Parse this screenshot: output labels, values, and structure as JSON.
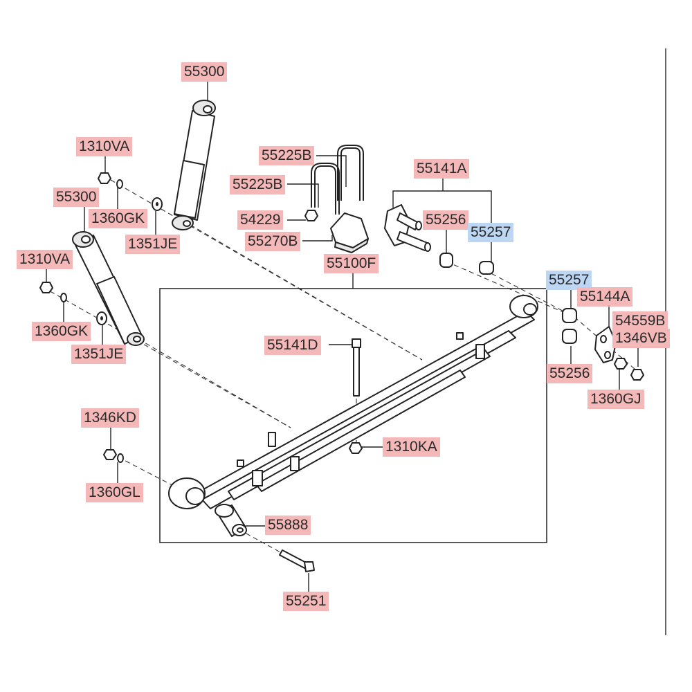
{
  "colors": {
    "label_red": "#f4b8b8",
    "label_blue": "#bcd6f4",
    "line": "#222222"
  },
  "parts": {
    "shock_absorber_upper": "55300",
    "shock_absorber_lower": "55300",
    "nut_upper": "1310VA",
    "nut_lower": "1310VA",
    "washer_spring_upper": "1360GK",
    "washer_spring_lower": "1360GK",
    "washer_plain_upper": "1351JE",
    "washer_plain_lower": "1351JE",
    "u_bolt_rear": "55225B",
    "u_bolt_front": "55225B",
    "ubolt_nut": "54229",
    "bumper_stopper": "55270B",
    "leaf_spring_assy": "55100F",
    "shackle_assy": "55141A",
    "bushing_top": "55256",
    "bushing_lower": "55256",
    "bushing_blue_1": "55257",
    "bushing_blue_2": "55257",
    "shackle_plate": "55144A",
    "part_54559": "54559B",
    "nut_1346vb": "1346VB",
    "washer_1360gj": "1360GJ",
    "center_bolt": "55141D",
    "center_nut": "1310KA",
    "nut_1346kd": "1346KD",
    "washer_1360gl": "1360GL",
    "front_bushing": "55888",
    "front_bolt": "55251"
  }
}
